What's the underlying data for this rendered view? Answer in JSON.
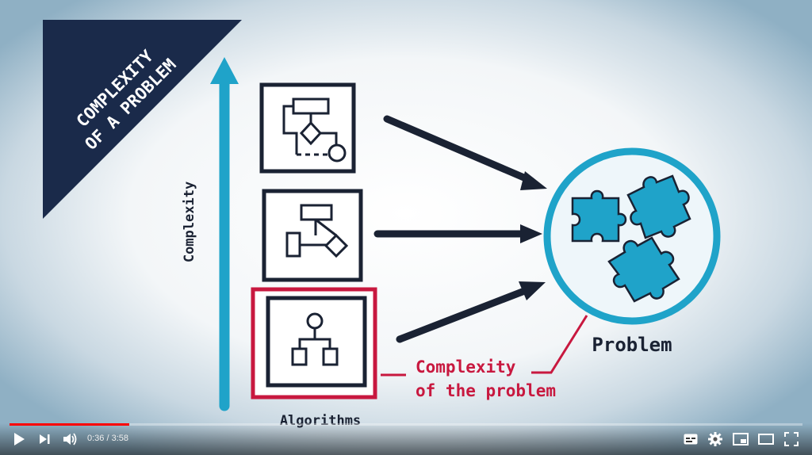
{
  "video": {
    "banner_line1": "COMPLEXITY",
    "banner_line2": "OF A PROBLEM",
    "axis_label": "Complexity",
    "x_label": "Algorithms",
    "problem_label": "Problem",
    "callout_line1": "Complexity",
    "callout_line2": "of the problem",
    "colors": {
      "navy": "#1a2a4a",
      "cyan": "#1fa3c9",
      "red": "#c8183f",
      "ink": "#1a2233"
    }
  },
  "player": {
    "current_time": "0:36",
    "duration": "3:58",
    "progress": 0.151,
    "icons": [
      "play-icon",
      "next-icon",
      "volume-icon",
      "subtitles-icon",
      "settings-icon",
      "miniplayer-icon",
      "theater-icon",
      "fullscreen-icon"
    ]
  }
}
